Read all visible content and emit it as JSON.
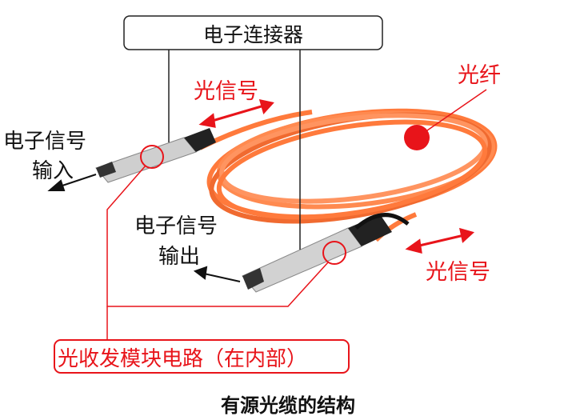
{
  "labels": {
    "connector": "电子连接器",
    "optical_signal_top": "光信号",
    "optical_fiber": "光纤",
    "electrical_input_line1": "电子信号",
    "electrical_input_line2": "输入",
    "electrical_output_line1": "电子信号",
    "electrical_output_line2": "输出",
    "optical_signal_bottom": "光信号",
    "transceiver_circuit": "光收发模块电路（在内部）"
  },
  "caption": "有源光缆的结构",
  "colors": {
    "annotation_red": "#e8141a",
    "cable_orange": "#ff7a3c",
    "module_silver": "#c9c9c9"
  }
}
